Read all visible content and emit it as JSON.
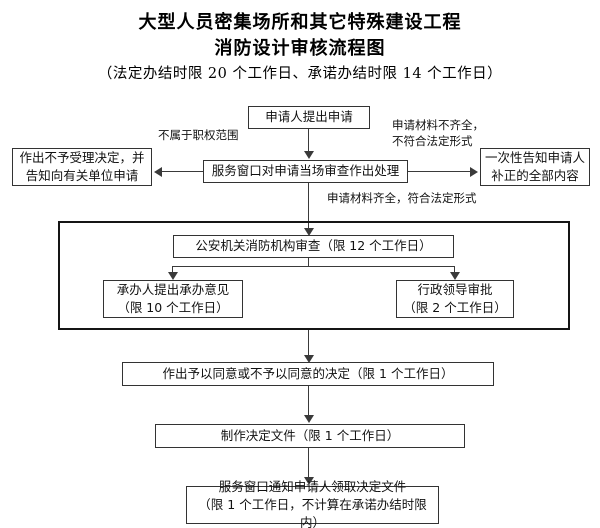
{
  "document": {
    "title_line1": "大型人员密集场所和其它特殊建设工程",
    "title_line2": "消防设计审核流程图",
    "subtitle": "（法定办结时限 20 个工作日、承诺办结时限 14 个工作日）"
  },
  "nodes": {
    "applicant_submit": "申请人提出申请",
    "service_window_review": "服务窗口对申请当场审查作出处理",
    "reject_notice": "作出不予受理决定，并\n告知向有关单位申请",
    "one_time_notice": "一次性告知申请人\n补正的全部内容",
    "fire_authority_review": "公安机关消防机构审查（限 12 个工作日）",
    "handler_opinion": "承办人提出承办意见\n（限 10 个工作日）",
    "leader_approval": "行政领导审批\n（限 2 个工作日）",
    "decision_made": "作出予以同意或不予以同意的决定（限 1 个工作日）",
    "produce_document": "制作决定文件（限 1 个工作日）",
    "notify_collect": "服务窗口通知申请人领取决定文件\n（限 1 个工作日，不计算在承诺办结时限内）"
  },
  "edge_labels": {
    "out_of_scope": "不属于职权范围",
    "incomplete_materials": "申请材料不齐全，\n不符合法定形式",
    "complete_materials": "申请材料齐全，符合法定形式"
  },
  "colors": {
    "background": "#ffffff",
    "box_border": "#333333",
    "group_border": "#151515",
    "line": "#3a3a3a",
    "text": "#111111"
  }
}
